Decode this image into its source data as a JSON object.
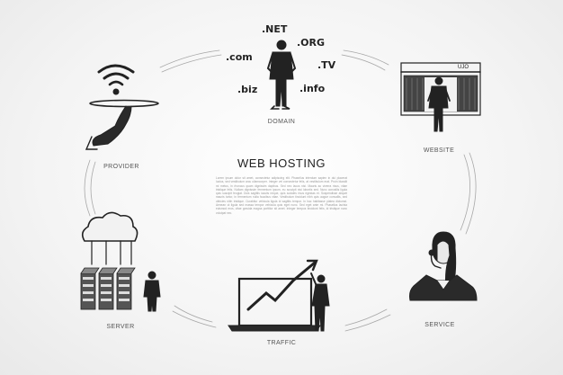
{
  "title": "WEB HOSTING",
  "description": "Lorem ipsum dolor sit amet, consectetur adipiscing elit. Phasellus interdum sapien in dui placerat luctus, sed vestibulum arcu ullamcorper. Integer vel consectetur felis, at vestibulum erat. Proin blandit mi metus, in rhoncus quam dignissim dapibus. Sed nec lacus nisi. Mauris ac viverra risus, vitae tristique felis. Nullam dignissim fermentum ipsum, eu suscipit nisi lobortis sed. Nunc convallis ligula quis suscipit feugiat. Duis sagittis iaculis neque, quis sodales risus egestas et. Suspendisse aliquet mauris tortor, in fermentum nulla faucibus vitae. Vestibulum tincidunt nibh quis augue convallis, sed ultricies nibh tristique. Curabitur vehicula ligula id sagittis tempor. In hac habitasse platea dictumst. Aenean ut ligula sed massa tempor vehicula quis eget nunc. Sed eget ante mi. Phasellus lacinia euismod eros, vitae gravida magna porttitor sit amet. Integer tempus tincidunt felis, id tristique nunc volutpat nec.",
  "nodes": {
    "domain": {
      "label": "DOMAIN",
      "tlds": [
        ".NET",
        ".com",
        ".ORG",
        ".TV",
        ".biz",
        ".info"
      ]
    },
    "website": {
      "label": "WEBSITE",
      "browser_text": "UJO"
    },
    "service": {
      "label": "SERVICE"
    },
    "traffic": {
      "label": "TRAFFIC"
    },
    "server": {
      "label": "SERVER"
    },
    "provider": {
      "label": "PROVIDER"
    }
  },
  "colors": {
    "ink": "#222222",
    "label": "#555555",
    "ring": "#9a9a9a"
  }
}
